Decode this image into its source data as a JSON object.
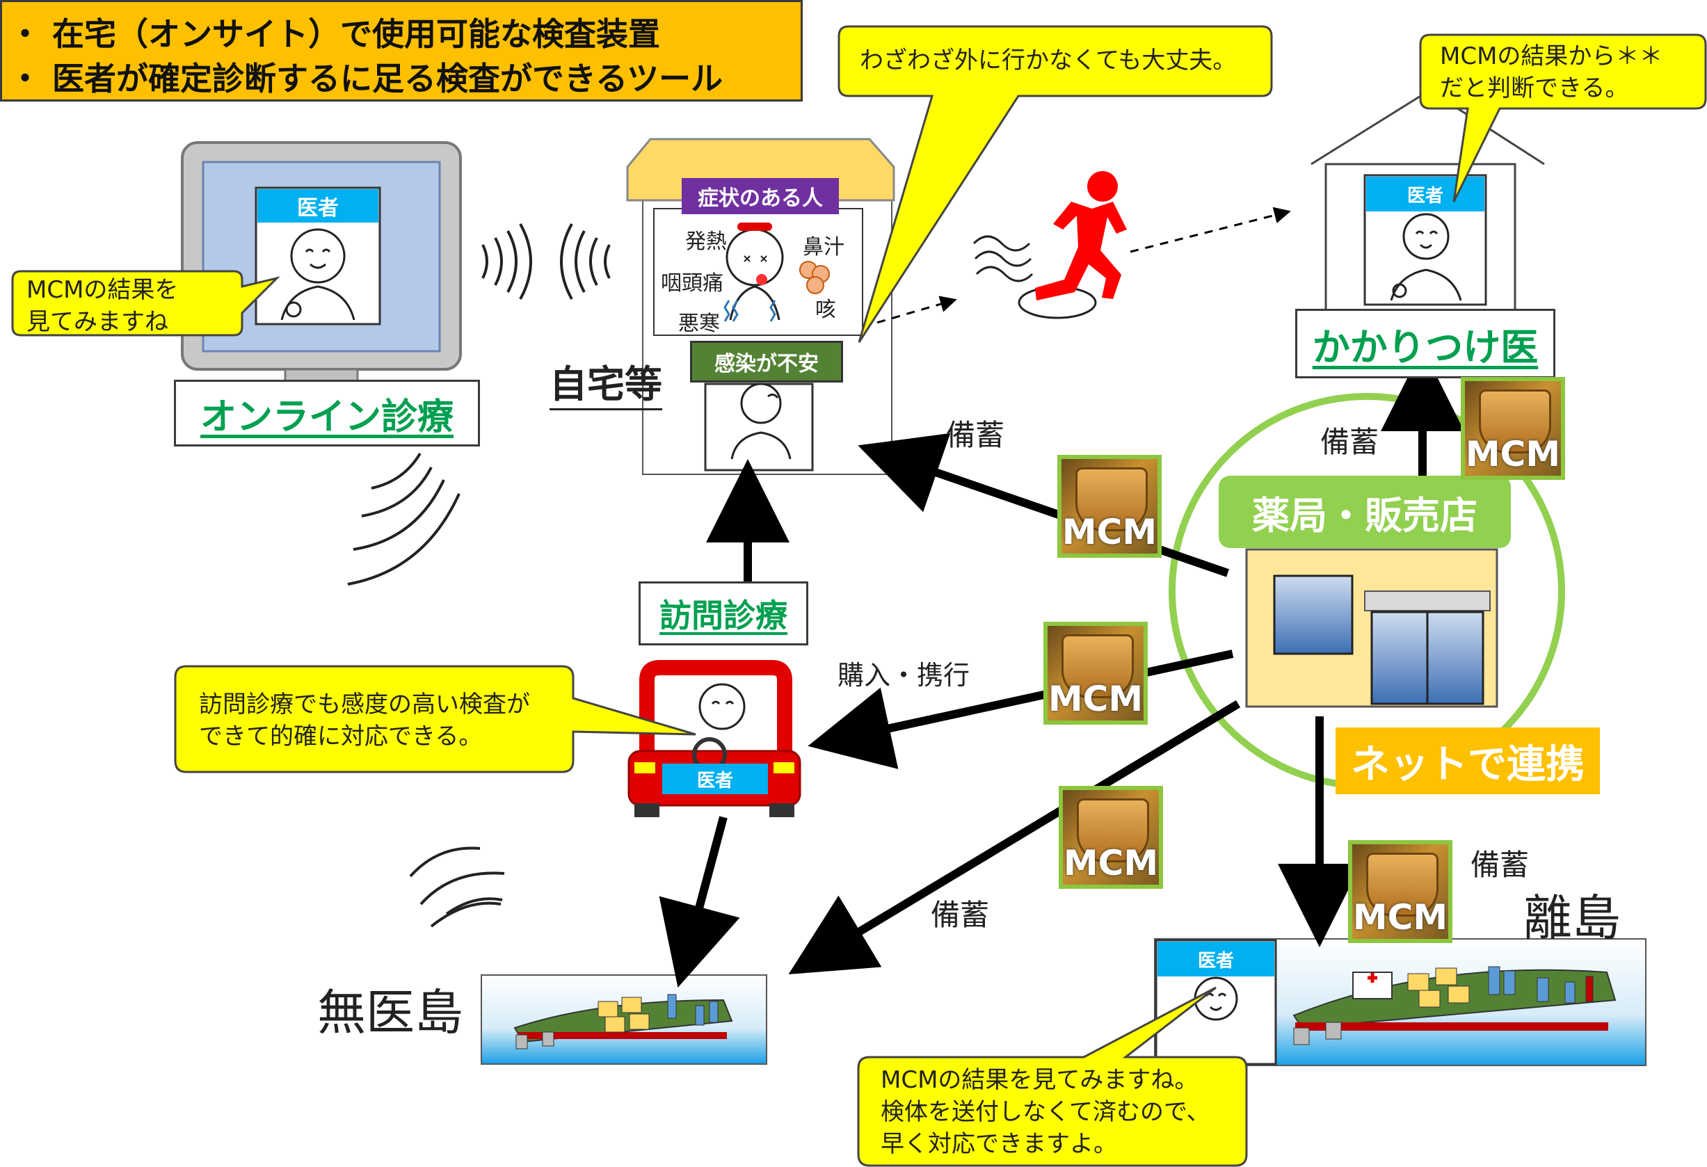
{
  "header": {
    "line1": "・ 在宅（オンサイト）で使用可能な検査装置",
    "line2": "・ 医者が確定診断するに足る検査ができるツール"
  },
  "bubbles": {
    "online_doctor": [
      "MCMの結果を",
      "見てみますね"
    ],
    "home": [
      "わざわざ外に行かなくても大丈夫。"
    ],
    "family_doctor": [
      "MCMの結果から＊＊",
      "だと判断できる。"
    ],
    "visit": [
      "訪問診療でも感度の高い検査が",
      "できて的確に対応できる。"
    ],
    "remote_island": [
      "MCMの結果を見てみますね。",
      "検体を送付しなくて済むので、",
      "早く対応できますよ。"
    ]
  },
  "labels": {
    "doctor": "医者",
    "symptom_person": "症状のある人",
    "infection_worry": "感染が不安",
    "home": "自宅等",
    "online": "オンライン診療",
    "visit": "訪問診療",
    "family_doctor": "かかりつけ医",
    "pharmacy": "薬局・販売店",
    "network": "ネットで連携",
    "no_doctor_island": "無医島",
    "remote_island": "離島",
    "stockpile": "備蓄",
    "purchase": "購入・携行",
    "mcm": "MCM"
  },
  "symptoms": {
    "fever": "発熱",
    "runny_nose": "鼻汁",
    "sore_throat": "咽頭痛",
    "cough": "咳",
    "chills": "悪寒"
  },
  "colors": {
    "header_bg": "#ffc000",
    "bubble_bg": "#ffff00",
    "doctor_badge": "#00b0f0",
    "symptom_badge": "#7030a0",
    "worry_badge": "#548235",
    "pharmacy": "#92d050",
    "network": "#ffc000",
    "link_text": "#00a050",
    "walker": "#ff0000",
    "car": "#e00000"
  }
}
